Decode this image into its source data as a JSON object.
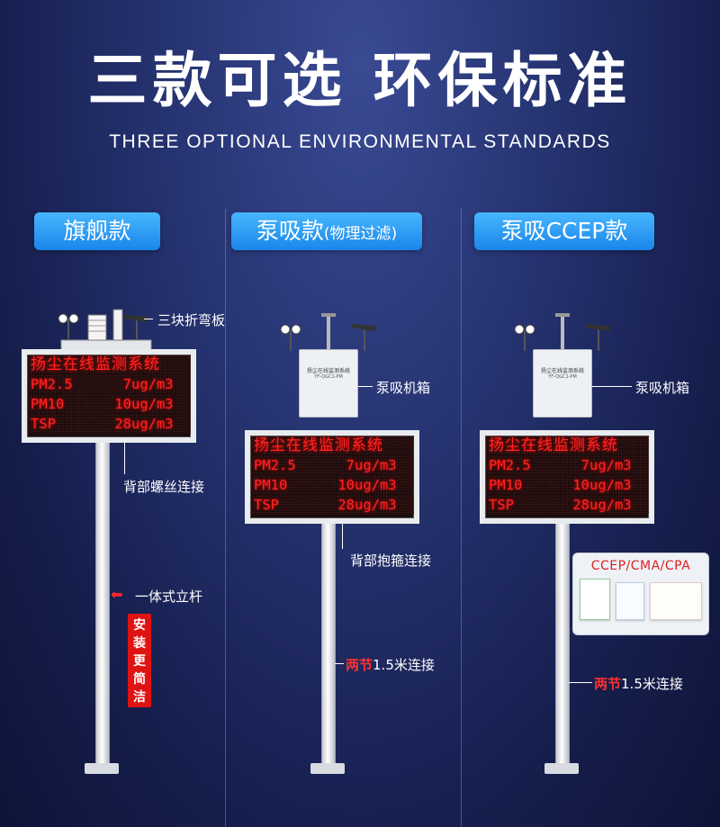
{
  "title": "三款可选 环保标准",
  "subtitle": "THREE OPTIONAL ENVIRONMENTAL STANDARDS",
  "models": [
    {
      "label": "旗舰款",
      "label_suffix": ""
    },
    {
      "label": "泵吸款",
      "label_suffix": "(物理过滤)"
    },
    {
      "label": "泵吸CCEP款",
      "label_suffix": ""
    }
  ],
  "led": {
    "header": "扬尘在线监测系统",
    "rows": [
      "PM2.5      7ug/m3",
      "PM10      10ug/m3",
      "TSP       28ug/m3"
    ]
  },
  "box_text": {
    "line1": "扬尘在线监测系统",
    "line2": "YF-QGC1-PM"
  },
  "annotations": {
    "bent_plate": "三块折弯板",
    "rear_screw": "背部螺丝连接",
    "one_piece_pole": "一体式立杆",
    "install_easy": "安装更简洁",
    "pump_box": "泵吸机箱",
    "rear_clamp": "背部抱箍连接",
    "two_sections_red": "两节",
    "two_sections_rest": "1.5米连接"
  },
  "cert_title": "CCEP/CMA/CPA",
  "colors": {
    "accent": "#1a86ea",
    "led_red": "#ff2424",
    "bg_dark": "#151d4b"
  }
}
